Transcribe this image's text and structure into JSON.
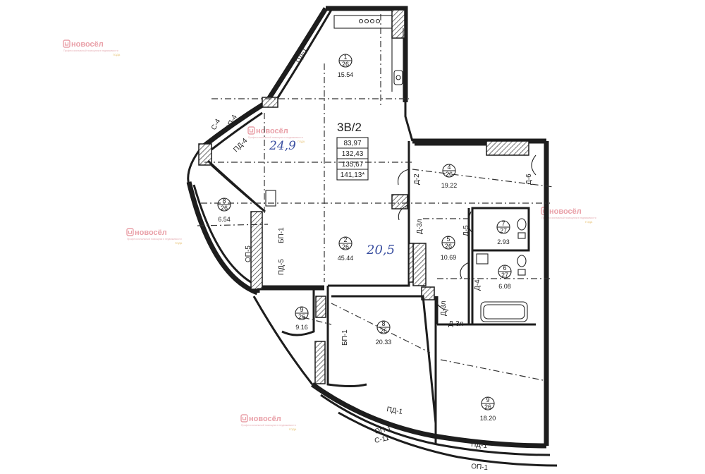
{
  "plan": {
    "apartment_code": "3B/2",
    "areas": [
      "83,97",
      "132,43",
      "135,67",
      "141,13*"
    ],
    "handwritten": [
      "24,9",
      "20,5"
    ]
  },
  "rooms": [
    {
      "num": "1",
      "floor": "26",
      "area": "15.54"
    },
    {
      "num": "2",
      "floor": "26",
      "area": "45.44"
    },
    {
      "num": "4",
      "floor": "26",
      "area": "19.22"
    },
    {
      "num": "5",
      "floor": "26",
      "area": "10.69"
    },
    {
      "num": "6",
      "floor": "27",
      "area": "6.08"
    },
    {
      "num": "7",
      "floor": "27",
      "area": "2.93"
    },
    {
      "num": "8",
      "floor": "26",
      "area": "20.33"
    },
    {
      "num": "8",
      "floor": "26",
      "area": "6.54"
    },
    {
      "num": "9",
      "floor": "26",
      "area": "9.16"
    },
    {
      "num": "9",
      "floor": "26",
      "area": "18.20"
    }
  ],
  "tags": {
    "pd1": "ПД-1",
    "pd4": "ПД-4",
    "pd5": "ПД-5",
    "op1": "ОП-1",
    "op4": "ОП-4",
    "op5": "ОП-5",
    "c4": "С-4",
    "c11": "С-11",
    "bp1": "БП-1",
    "d2": "Д-2",
    "d3l": "Д-3л",
    "d4": "Д-4",
    "d5": "Д-5",
    "d6": "Д-6"
  },
  "watermark": {
    "brand": "новосёл",
    "tagline": "Профессиональный помощник в недвижимости",
    "year_label": "ГОДА"
  }
}
